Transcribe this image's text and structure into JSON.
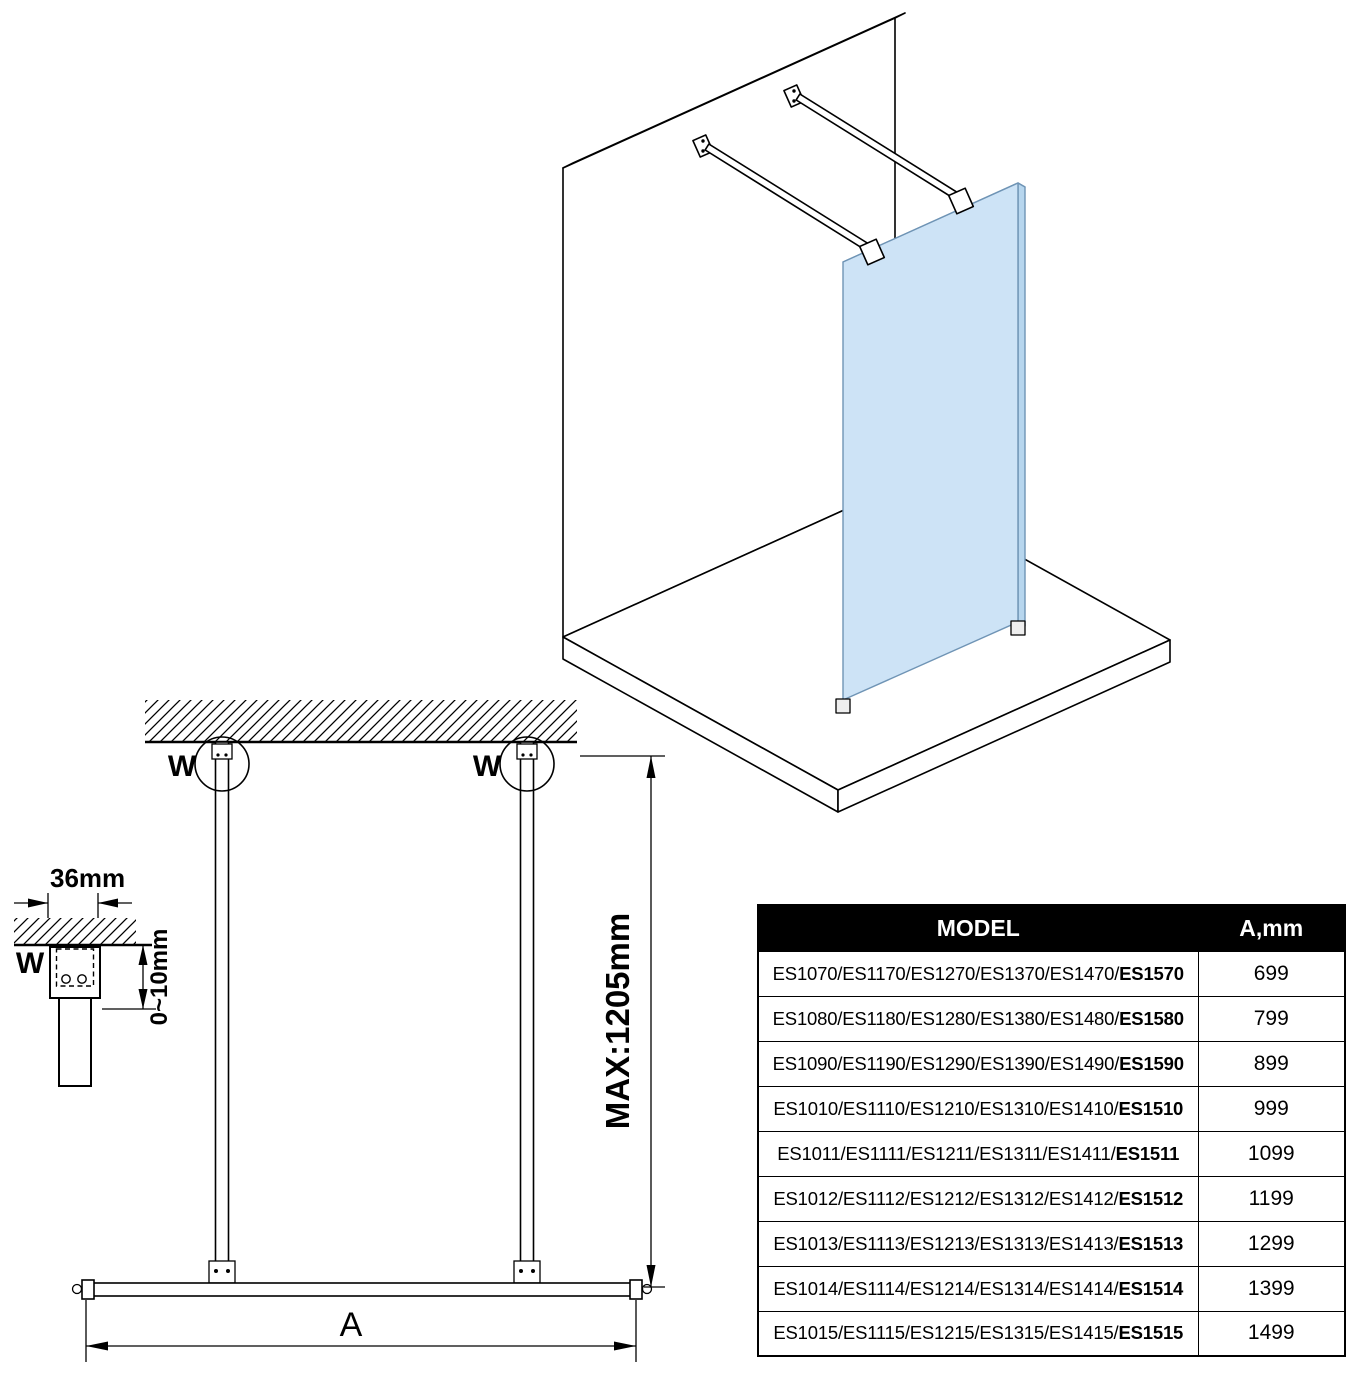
{
  "colors": {
    "glass": "#cde3f6",
    "glass_edge": "#b7d6ee",
    "glass_stroke": "#6f94b5",
    "line": "#000000",
    "table_header_bg": "#000000",
    "table_header_fg": "#ffffff"
  },
  "front_view": {
    "w_left": "W",
    "w_right": "W",
    "max_label": "MAX:1205mm",
    "width_label": "A"
  },
  "detail_view": {
    "width_label": "36mm",
    "gap_label": "0~10mm",
    "w_label": "W"
  },
  "table": {
    "headers": [
      "MODEL",
      "A,mm"
    ],
    "rows": [
      {
        "models": "ES1070/ES1170/ES1270/ES1370/ES1470/",
        "last": "ES1570",
        "a": "699"
      },
      {
        "models": "ES1080/ES1180/ES1280/ES1380/ES1480/",
        "last": "ES1580",
        "a": "799"
      },
      {
        "models": "ES1090/ES1190/ES1290/ES1390/ES1490/",
        "last": "ES1590",
        "a": "899"
      },
      {
        "models": "ES1010/ES1110/ES1210/ES1310/ES1410/",
        "last": "ES1510",
        "a": "999"
      },
      {
        "models": "ES1011/ES1111/ES1211/ES1311/ES1411/",
        "last": "ES1511",
        "a": "1099"
      },
      {
        "models": "ES1012/ES1112/ES1212/ES1312/ES1412/",
        "last": "ES1512",
        "a": "1199"
      },
      {
        "models": "ES1013/ES1113/ES1213/ES1313/ES1413/",
        "last": "ES1513",
        "a": "1299"
      },
      {
        "models": "ES1014/ES1114/ES1214/ES1314/ES1414/",
        "last": "ES1514",
        "a": "1399"
      },
      {
        "models": "ES1015/ES1115/ES1215/ES1315/ES1415/",
        "last": "ES1515",
        "a": "1499"
      }
    ]
  }
}
